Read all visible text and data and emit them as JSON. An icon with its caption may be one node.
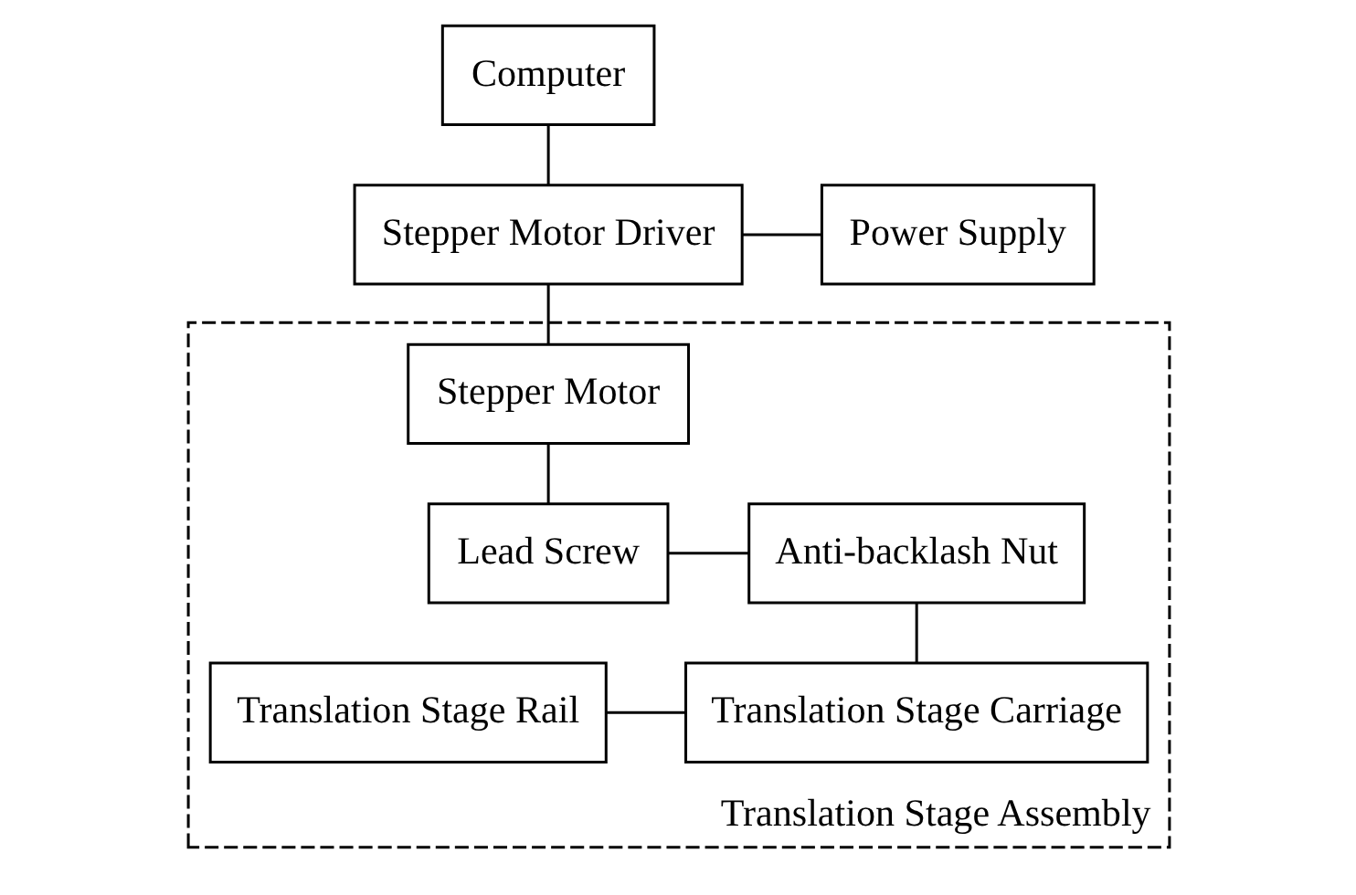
{
  "diagram": {
    "nodes": [
      {
        "text": [
          "Computer"
        ]
      },
      {
        "text": [
          "Stepper Motor Driver"
        ]
      },
      {
        "text": [
          "Power Supply"
        ]
      },
      {
        "text": [
          "Translation Stage Assembly"
        ]
      },
      {
        "text": [
          "Stepper Motor"
        ],
        "in": 3
      },
      {
        "text": [
          "Lead Screw"
        ],
        "in": 3
      },
      {
        "text": [
          "Anti-backlash Nut"
        ],
        "in": 3
      },
      {
        "text": [
          "Translation Stage Rail"
        ],
        "in": 3
      },
      {
        "text": [
          "Translation Stage Carriage"
        ],
        "in": 3
      }
    ],
    "edges": [
      {
        "from": 0,
        "to": 1,
        "arrow": "none"
      },
      {
        "from": 1,
        "to": 2,
        "arrow": "none"
      },
      {
        "from": 1,
        "to": 4,
        "arrow": "none"
      },
      {
        "from": 4,
        "to": 5,
        "arrow": "none"
      },
      {
        "from": 5,
        "to": 6,
        "arrow": "none"
      },
      {
        "from": 6,
        "to": 8,
        "arrow": "none"
      },
      {
        "from": 7,
        "to": 8,
        "arrow": "none"
      }
    ]
  }
}
